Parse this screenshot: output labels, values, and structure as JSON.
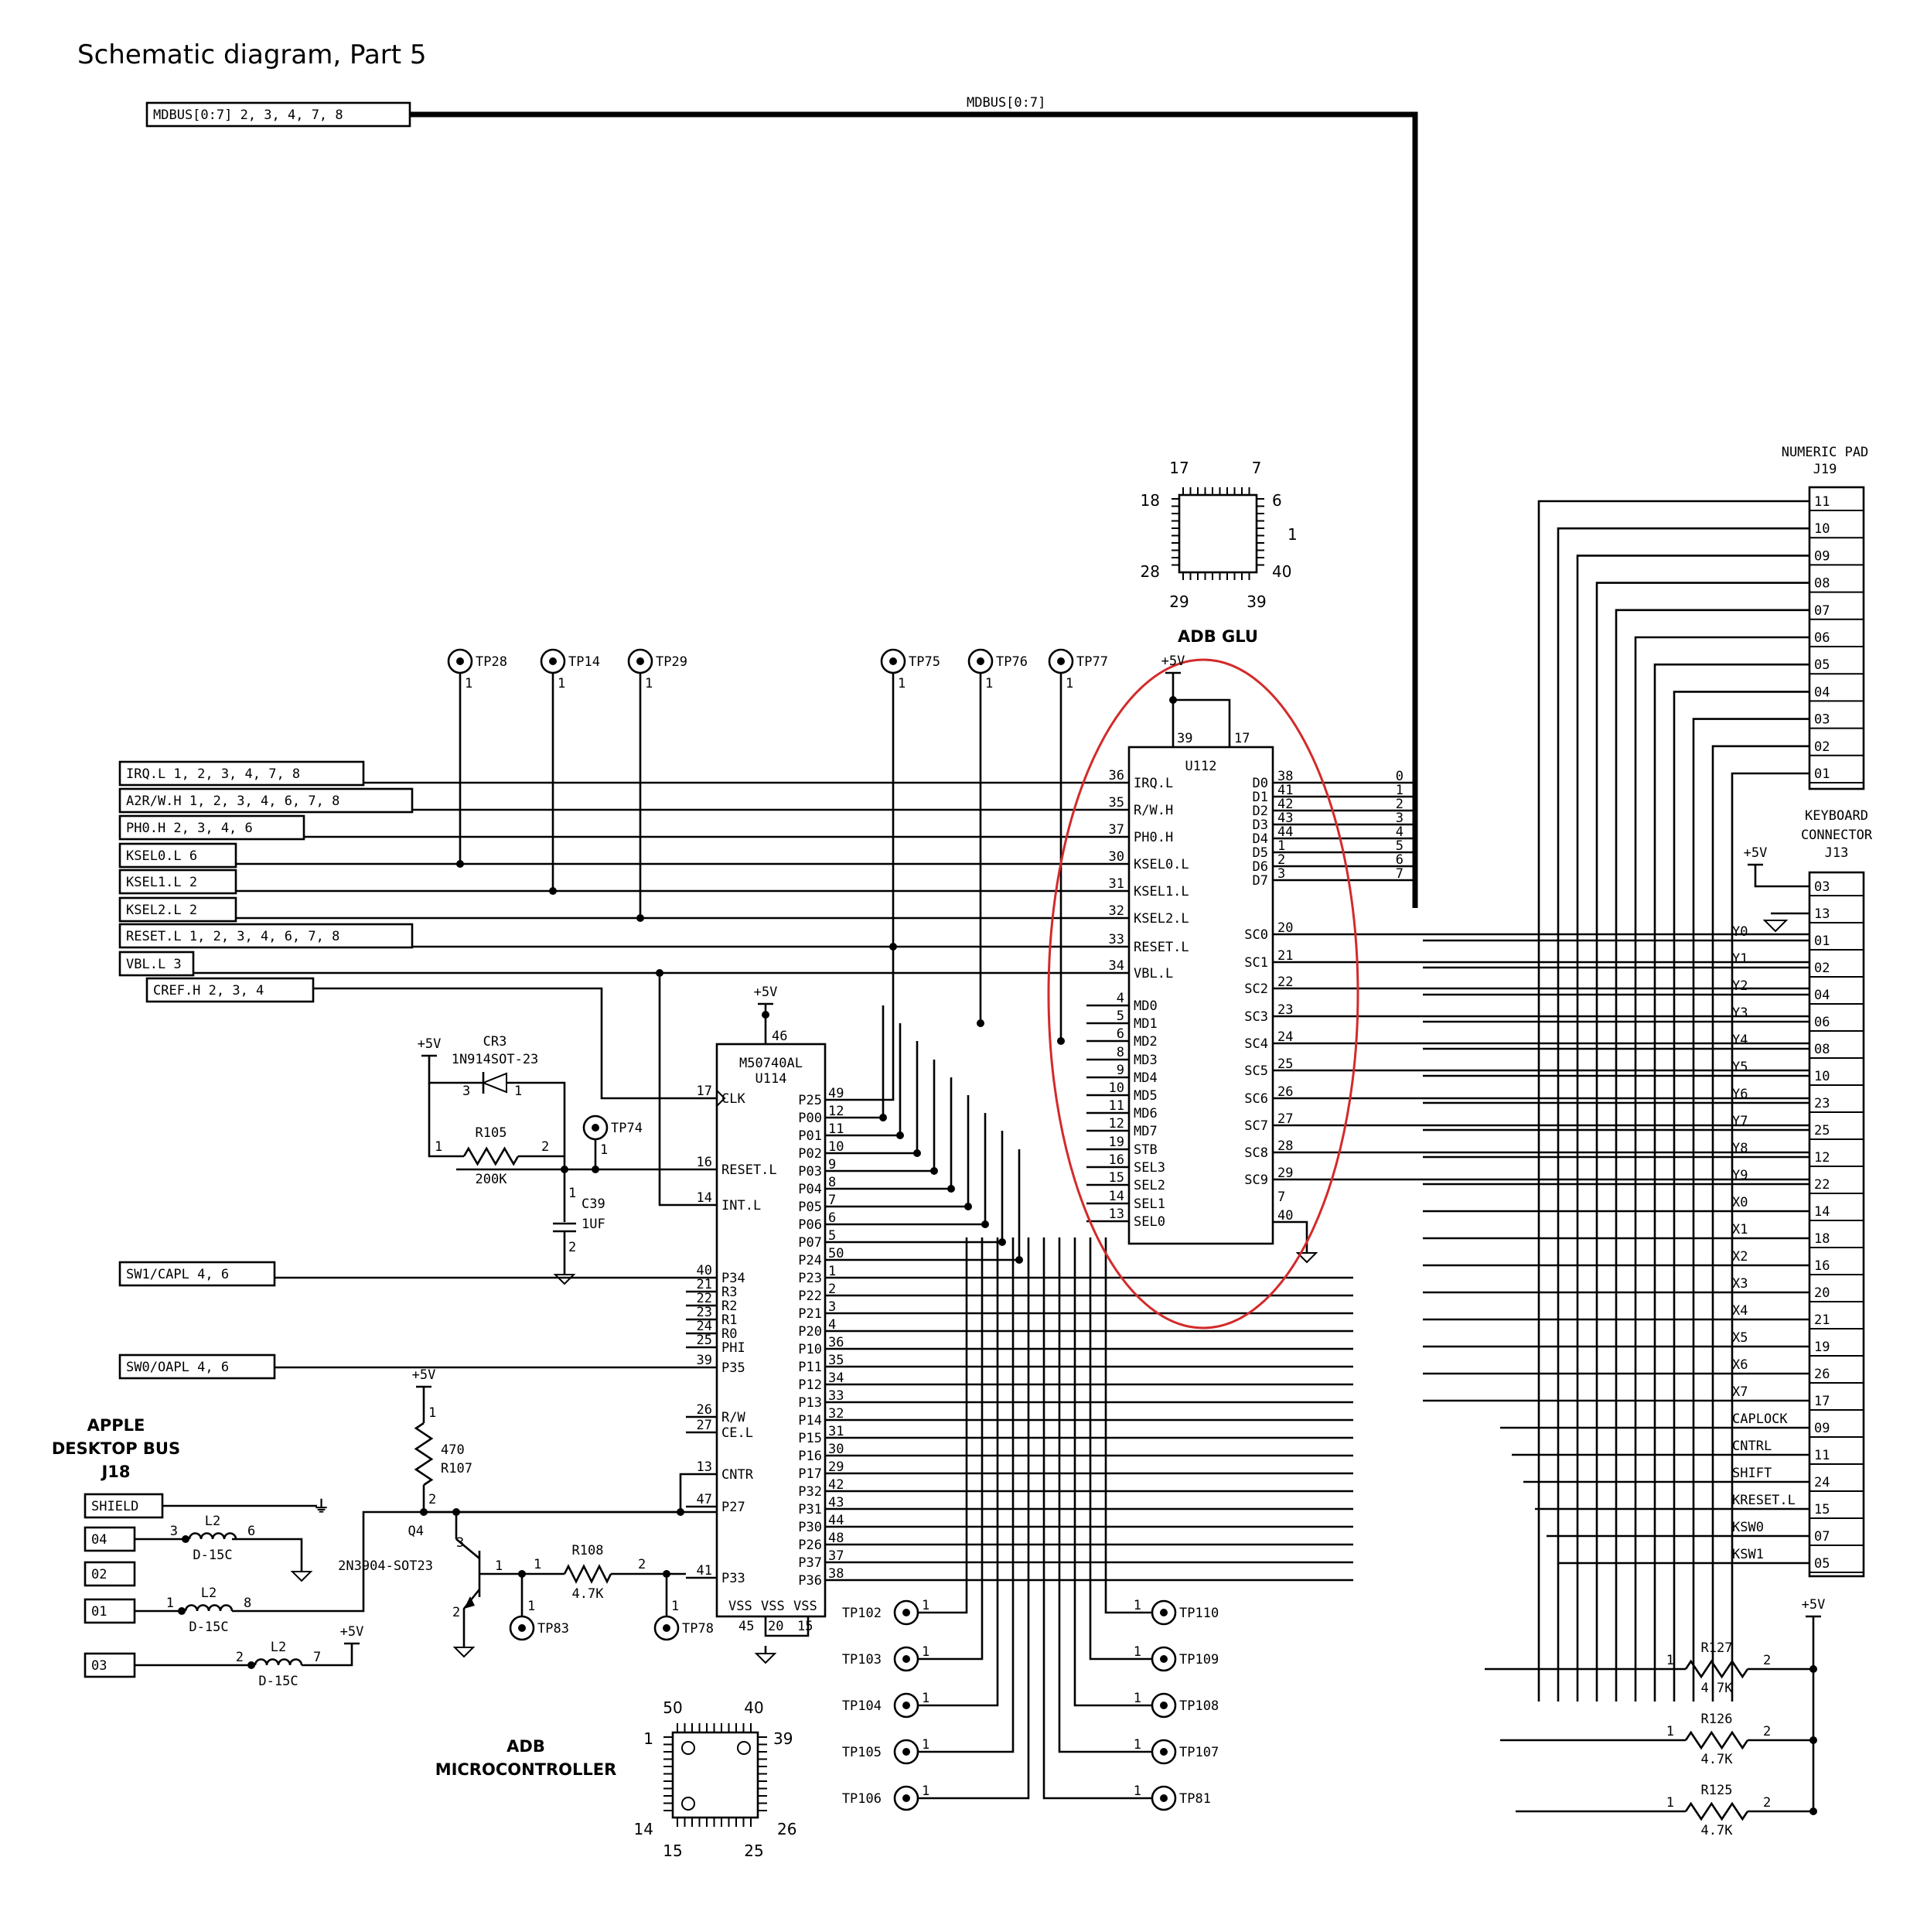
{
  "title": "Schematic diagram, Part 5",
  "mdbus": {
    "port_label": "MDBUS[0:7] 2, 3, 4, 7, 8",
    "bus_label": "MDBUS[0:7]"
  },
  "left_ports": [
    "IRQ.L 1, 2, 3, 4, 7, 8",
    "A2R/W.H 1, 2, 3, 4, 6, 7, 8",
    "PH0.H 2, 3, 4, 6",
    "KSEL0.L 6",
    "KSEL1.L 2",
    "KSEL2.L 2",
    "RESET.L 1, 2, 3, 4, 6, 7, 8",
    "VBL.L 3",
    "CREF.H 2, 3, 4",
    "SW1/CAPL 4, 6",
    "SW0/OAPL 4, 6"
  ],
  "test_points_top": [
    "TP28",
    "TP14",
    "TP29",
    "TP75",
    "TP76",
    "TP77"
  ],
  "test_points_misc": [
    "TP74",
    "TP83",
    "TP78"
  ],
  "test_points_left_bottom": [
    "TP102",
    "TP103",
    "TP104",
    "TP105",
    "TP106"
  ],
  "test_points_right_bottom": [
    "TP110",
    "TP109",
    "TP108",
    "TP107",
    "TP81"
  ],
  "glu_package": {
    "pins": [
      "17",
      "7",
      "18",
      "6",
      "1",
      "28",
      "40",
      "29",
      "39"
    ],
    "label": "ADB GLU"
  },
  "mcu_package": {
    "pins": [
      "50",
      "40",
      "1",
      "39",
      "14",
      "26",
      "15",
      "25"
    ],
    "label_line1": "ADB",
    "label_line2": "MICROCONTROLLER"
  },
  "u112": {
    "ref": "U112",
    "supply": "+5V",
    "left_pins": [
      {
        "num": "36",
        "name": "IRQ.L"
      },
      {
        "num": "35",
        "name": "R/W.H"
      },
      {
        "num": "37",
        "name": "PH0.H"
      },
      {
        "num": "30",
        "name": "KSEL0.L"
      },
      {
        "num": "31",
        "name": "KSEL1.L"
      },
      {
        "num": "32",
        "name": "KSEL2.L"
      },
      {
        "num": "33",
        "name": "RESET.L"
      },
      {
        "num": "34",
        "name": "VBL.L"
      },
      {
        "num": "4",
        "name": "MD0"
      },
      {
        "num": "5",
        "name": "MD1"
      },
      {
        "num": "6",
        "name": "MD2"
      },
      {
        "num": "8",
        "name": "MD3"
      },
      {
        "num": "9",
        "name": "MD4"
      },
      {
        "num": "10",
        "name": "MD5"
      },
      {
        "num": "11",
        "name": "MD6"
      },
      {
        "num": "12",
        "name": "MD7"
      },
      {
        "num": "19",
        "name": "STB"
      },
      {
        "num": "16",
        "name": "SEL3"
      },
      {
        "num": "15",
        "name": "SEL2"
      },
      {
        "num": "14",
        "name": "SEL1"
      },
      {
        "num": "13",
        "name": "SEL0"
      }
    ],
    "right_pins": [
      {
        "num": "38",
        "name": "D0"
      },
      {
        "num": "41",
        "name": "D1"
      },
      {
        "num": "42",
        "name": "D2"
      },
      {
        "num": "43",
        "name": "D3"
      },
      {
        "num": "44",
        "name": "D4"
      },
      {
        "num": "1",
        "name": "D5"
      },
      {
        "num": "2",
        "name": "D6"
      },
      {
        "num": "3",
        "name": "D7"
      },
      {
        "num": "20",
        "name": "SC0"
      },
      {
        "num": "21",
        "name": "SC1"
      },
      {
        "num": "22",
        "name": "SC2"
      },
      {
        "num": "23",
        "name": "SC3"
      },
      {
        "num": "24",
        "name": "SC4"
      },
      {
        "num": "25",
        "name": "SC5"
      },
      {
        "num": "26",
        "name": "SC6"
      },
      {
        "num": "27",
        "name": "SC7"
      },
      {
        "num": "28",
        "name": "SC8"
      },
      {
        "num": "29",
        "name": "SC9"
      },
      {
        "num": "7",
        "name": ""
      },
      {
        "num": "40",
        "name": ""
      }
    ],
    "top_pins": [
      "39",
      "17"
    ],
    "bus_bits": [
      "0",
      "1",
      "2",
      "3",
      "4",
      "5",
      "6",
      "7"
    ]
  },
  "u114": {
    "part": "M50740AL",
    "ref": "U114",
    "supply": "+5V",
    "supply_pin": "46",
    "left_pins": [
      {
        "num": "17",
        "name": "CLK"
      },
      {
        "num": "16",
        "name": "RESET.L"
      },
      {
        "num": "14",
        "name": "INT.L"
      },
      {
        "num": "40",
        "name": "P34"
      },
      {
        "num": "21",
        "name": "R3"
      },
      {
        "num": "22",
        "name": "R2"
      },
      {
        "num": "23",
        "name": "R1"
      },
      {
        "num": "24",
        "name": "R0"
      },
      {
        "num": "25",
        "name": "PHI"
      },
      {
        "num": "39",
        "name": "P35"
      },
      {
        "num": "26",
        "name": "R/W"
      },
      {
        "num": "27",
        "name": "CE.L"
      },
      {
        "num": "13",
        "name": "CNTR"
      },
      {
        "num": "47",
        "name": "P27"
      },
      {
        "num": "41",
        "name": "P33"
      }
    ],
    "right_pins": [
      {
        "num": "49",
        "name": "P25"
      },
      {
        "num": "12",
        "name": "P00"
      },
      {
        "num": "11",
        "name": "P01"
      },
      {
        "num": "10",
        "name": "P02"
      },
      {
        "num": "9",
        "name": "P03"
      },
      {
        "num": "8",
        "name": "P04"
      },
      {
        "num": "7",
        "name": "P05"
      },
      {
        "num": "6",
        "name": "P06"
      },
      {
        "num": "5",
        "name": "P07"
      },
      {
        "num": "50",
        "name": "P24"
      },
      {
        "num": "1",
        "name": "P23"
      },
      {
        "num": "2",
        "name": "P22"
      },
      {
        "num": "3",
        "name": "P21"
      },
      {
        "num": "4",
        "name": "P20"
      },
      {
        "num": "36",
        "name": "P10"
      },
      {
        "num": "35",
        "name": "P11"
      },
      {
        "num": "34",
        "name": "P12"
      },
      {
        "num": "33",
        "name": "P13"
      },
      {
        "num": "32",
        "name": "P14"
      },
      {
        "num": "31",
        "name": "P15"
      },
      {
        "num": "30",
        "name": "P16"
      },
      {
        "num": "29",
        "name": "P17"
      },
      {
        "num": "42",
        "name": "P32"
      },
      {
        "num": "43",
        "name": "P31"
      },
      {
        "num": "44",
        "name": "P30"
      },
      {
        "num": "48",
        "name": "P26"
      },
      {
        "num": "37",
        "name": "P37"
      },
      {
        "num": "38",
        "name": "P36"
      }
    ],
    "bottom": [
      "VSS",
      "VSS",
      "VSS"
    ],
    "bottom_pins": [
      "45",
      "20",
      "15"
    ]
  },
  "reset_circuit": {
    "vcc": "+5V",
    "diode_ref": "CR3",
    "diode_part": "1N914SOT-23",
    "diode_pin_a": "3",
    "diode_pin_k": "1",
    "r105": {
      "ref": "R105",
      "value": "200K",
      "p1": "1",
      "p2": "2"
    },
    "c39": {
      "ref": "C39",
      "value": "1UF",
      "p1": "1",
      "p2": "2"
    }
  },
  "adb_connector": {
    "title_line1": "APPLE",
    "title_line2": "DESKTOP BUS",
    "ref": "J18",
    "pins": [
      "SHIELD",
      "04",
      "02",
      "01",
      "03"
    ],
    "inductor_ref": "L2",
    "inductor_part": "D-15C",
    "ind_pins": [
      [
        "3",
        "6"
      ],
      [
        "1",
        "8"
      ],
      [
        "2",
        "7"
      ]
    ],
    "vcc": "+5V"
  },
  "transistor": {
    "ref": "Q4",
    "part": "2N3904-SOT23",
    "pins": [
      "3",
      "1",
      "2"
    ],
    "r107": {
      "ref": "R107",
      "value": "470",
      "p1": "1",
      "p2": "2"
    },
    "r108": {
      "ref": "R108",
      "value": "4.7K",
      "p1": "1",
      "p2": "2"
    },
    "vcc": "+5V"
  },
  "numeric_pad": {
    "title": "NUMERIC PAD",
    "ref": "J19",
    "pins": [
      "11",
      "10",
      "09",
      "08",
      "07",
      "06",
      "05",
      "04",
      "03",
      "02",
      "01"
    ]
  },
  "keyboard": {
    "title_line1": "KEYBOARD",
    "title_line2": "CONNECTOR",
    "ref": "J13",
    "vcc": "+5V",
    "pins": [
      "03",
      "13",
      "01",
      "02",
      "04",
      "06",
      "08",
      "10",
      "23",
      "25",
      "12",
      "22",
      "14",
      "18",
      "16",
      "20",
      "21",
      "19",
      "26",
      "17",
      "09",
      "11",
      "24",
      "15",
      "07",
      "05"
    ],
    "signals": [
      "Y0",
      "Y1",
      "Y2",
      "Y3",
      "Y4",
      "Y5",
      "Y6",
      "Y7",
      "Y8",
      "Y9",
      "X0",
      "X1",
      "X2",
      "X3",
      "X4",
      "X5",
      "X6",
      "X7",
      "CAPLOCK",
      "CNTRL",
      "SHIFT",
      "KRESET.L",
      "KSW0",
      "KSW1"
    ]
  },
  "pullups": {
    "vcc": "+5V",
    "items": [
      {
        "ref": "R127",
        "value": "4.7K"
      },
      {
        "ref": "R126",
        "value": "4.7K"
      },
      {
        "ref": "R125",
        "value": "4.7K"
      }
    ],
    "p1": "1",
    "p2": "2"
  },
  "tp_pin": "1",
  "highlight_color": "#d32a2a"
}
